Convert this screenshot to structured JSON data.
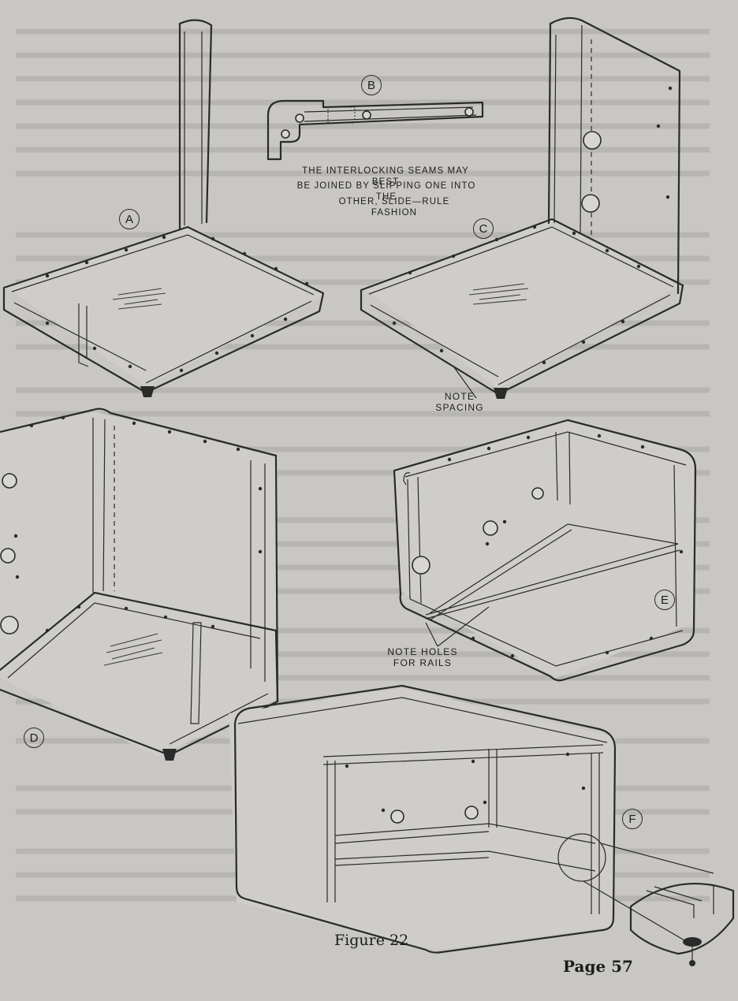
{
  "illustration": {
    "labels": {
      "a": "A",
      "b": "B",
      "c": "C",
      "d": "D",
      "e": "E",
      "f": "F"
    },
    "caption_b_lines": [
      "THE  INTERLOCKING  SEAMS  MAY  BEST",
      "BE  JOINED  BY  SLIPPING  ONE  INTO  THE",
      "OTHER,  SLIDE—RULE  FASHION"
    ],
    "note_spacing_lines": [
      "NOTE",
      "SPACING"
    ],
    "note_holes_lines": [
      "NOTE  HOLES",
      "FOR  RAILS"
    ]
  },
  "figure_caption": "Figure 22",
  "page_number": "Page 57"
}
